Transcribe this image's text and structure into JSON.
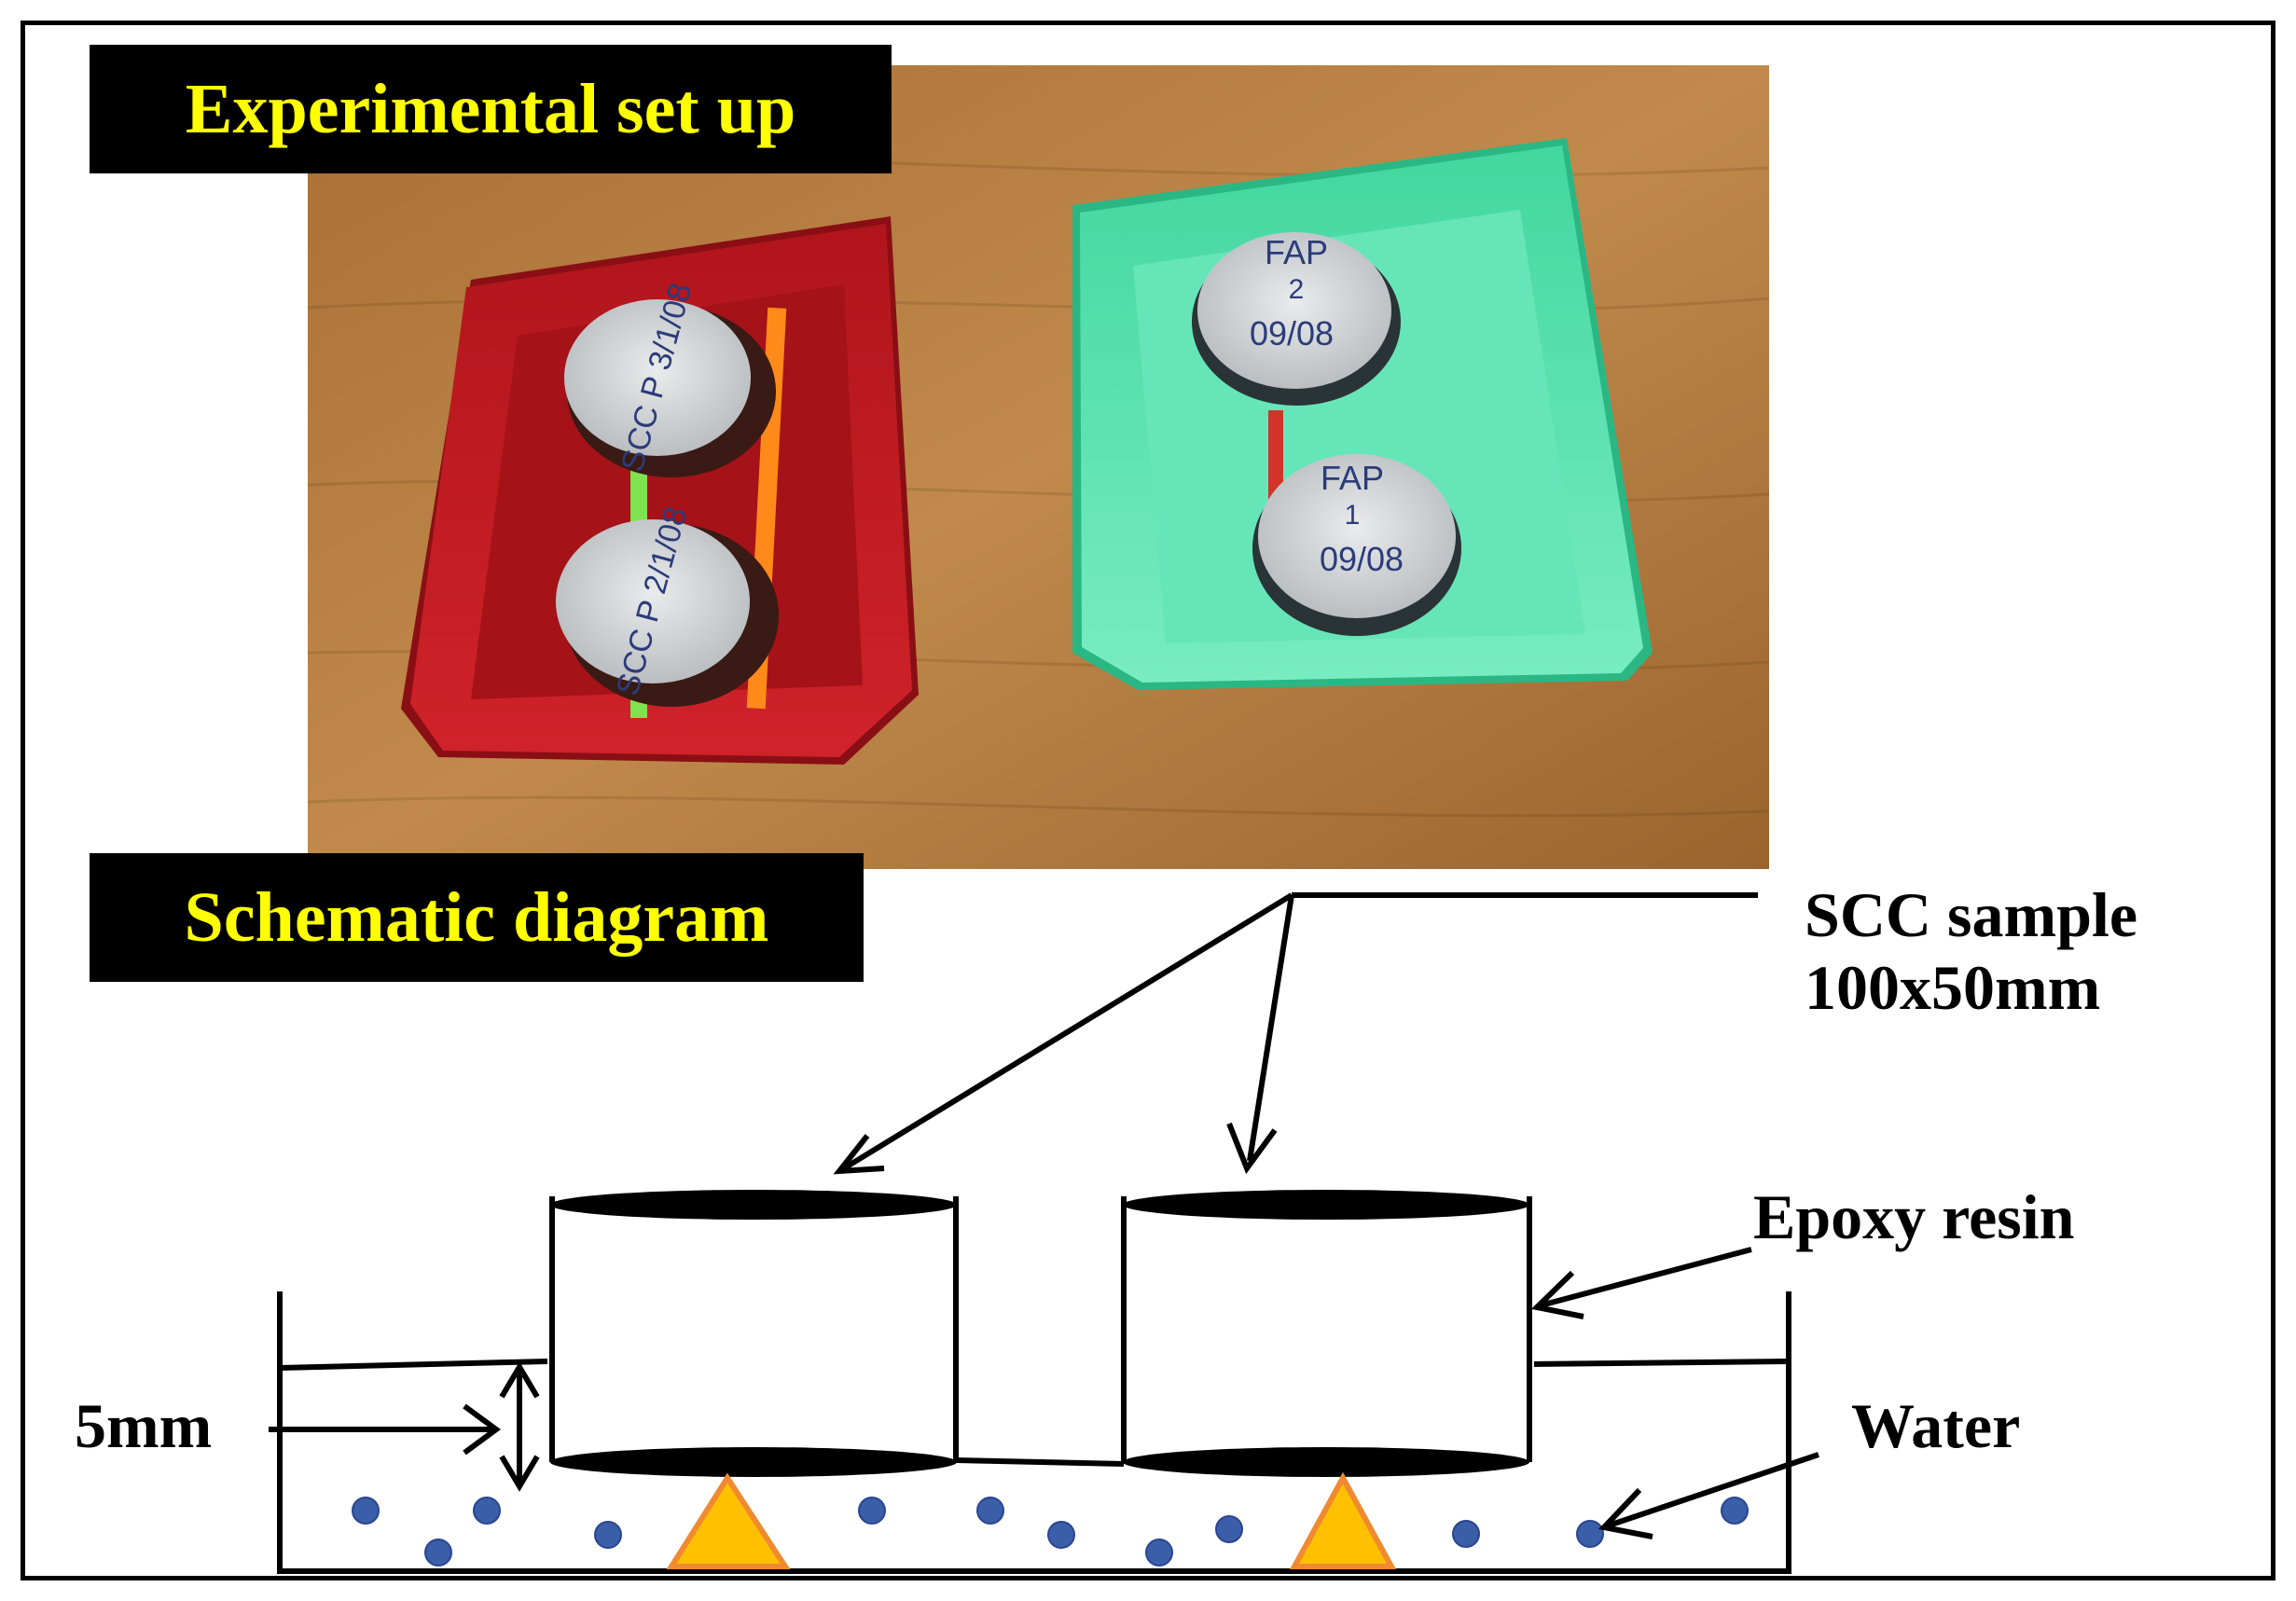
{
  "panels": {
    "photo_label": "Experimental set up",
    "diagram_label": "Schematic diagram"
  },
  "photo": {
    "left_sample_top_text": "SCC P 3/1/08",
    "left_sample_bottom_text": "SCC P 2/1/08",
    "right_sample_top_text": [
      "FAP",
      "2",
      "09/08"
    ],
    "right_sample_bottom_text": [
      "FAP",
      "1",
      "09/08"
    ]
  },
  "annotations": {
    "scc_sample": [
      "SCC sample",
      "100x50mm"
    ],
    "epoxy_resin": "Epoxy resin",
    "water": "Water",
    "water_depth": "5mm"
  },
  "colors": {
    "label_bg": "#000000",
    "label_text": "#ffff00",
    "table_wood": "#b07a3c",
    "red_tray": "#c0161c",
    "green_tray": "#5fe3b0",
    "support": "#ffc000",
    "support_edge": "#f08a30",
    "water_dot": "#3b5ea8"
  }
}
